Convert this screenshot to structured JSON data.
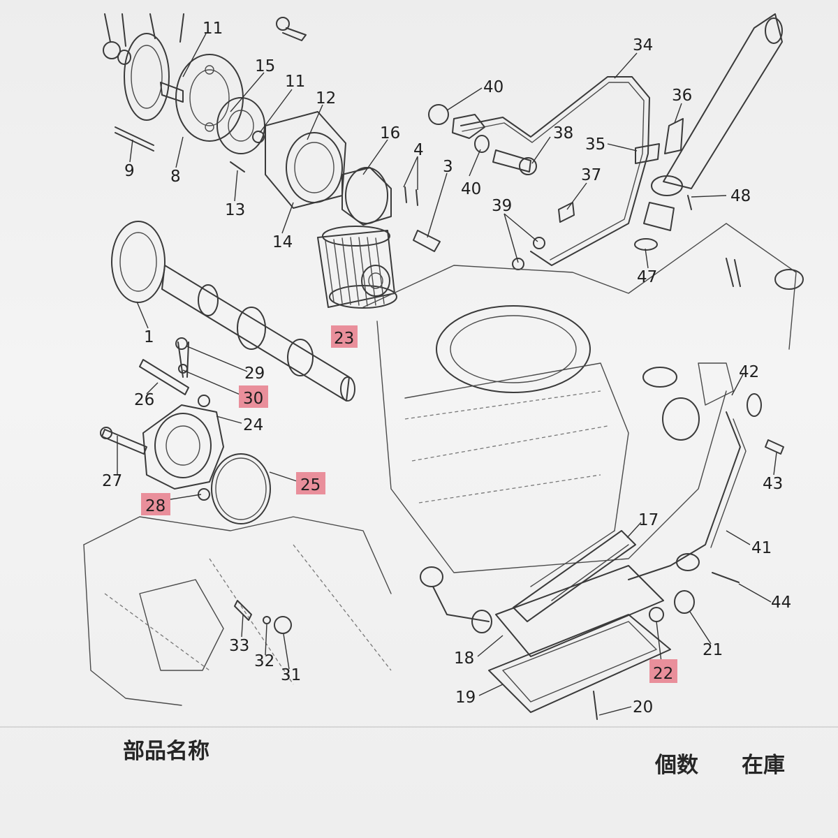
{
  "diagram": {
    "labels": [
      "11",
      "15",
      "11",
      "12",
      "16",
      "4",
      "3",
      "40",
      "38",
      "40",
      "34",
      "36",
      "35",
      "37",
      "48",
      "39",
      "47",
      "9",
      "8",
      "13",
      "14",
      "1",
      "29",
      "26",
      "24",
      "27",
      "42",
      "43",
      "41",
      "17",
      "44",
      "21",
      "33",
      "32",
      "31",
      "18",
      "19",
      "20"
    ],
    "highlighted_labels": [
      "23",
      "30",
      "25",
      "28",
      "22"
    ],
    "highlight_color": "#e98f9b"
  },
  "table_header": {
    "part_name": "部品名称",
    "quantity": "個数",
    "stock": "在庫"
  }
}
